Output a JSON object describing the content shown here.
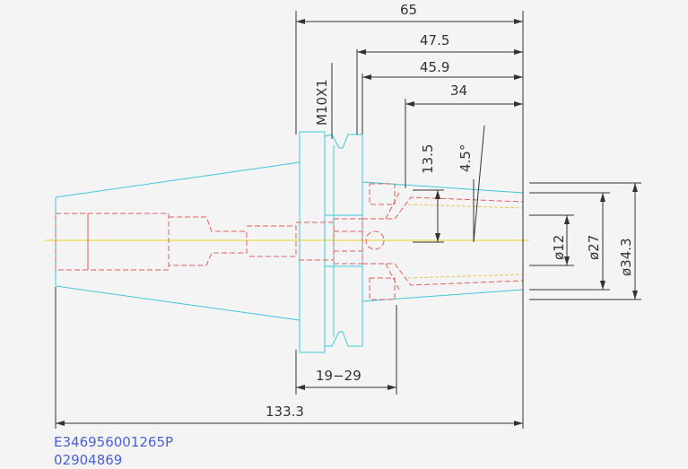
{
  "drawing": {
    "dimensions": {
      "overall_top": "65",
      "d_47_5": "47.5",
      "d_45_9": "45.9",
      "d_34": "34",
      "thread": "M10X1",
      "d_13_5": "13.5",
      "angle": "4.5°",
      "dia_12": "ø12",
      "dia_27": "ø27",
      "dia_34_3": "ø34.3",
      "range_19_29": "19−29",
      "overall_length": "133.3"
    },
    "part_number": "E346956001265P",
    "code": "02904869",
    "colors": {
      "background": "#f4f4f4",
      "body_outline": "#3ec8dc",
      "hidden_lines": "#e06060",
      "centerline": "#f0d020",
      "dimension": "#333333",
      "text_code": "#4a5fd8"
    }
  }
}
